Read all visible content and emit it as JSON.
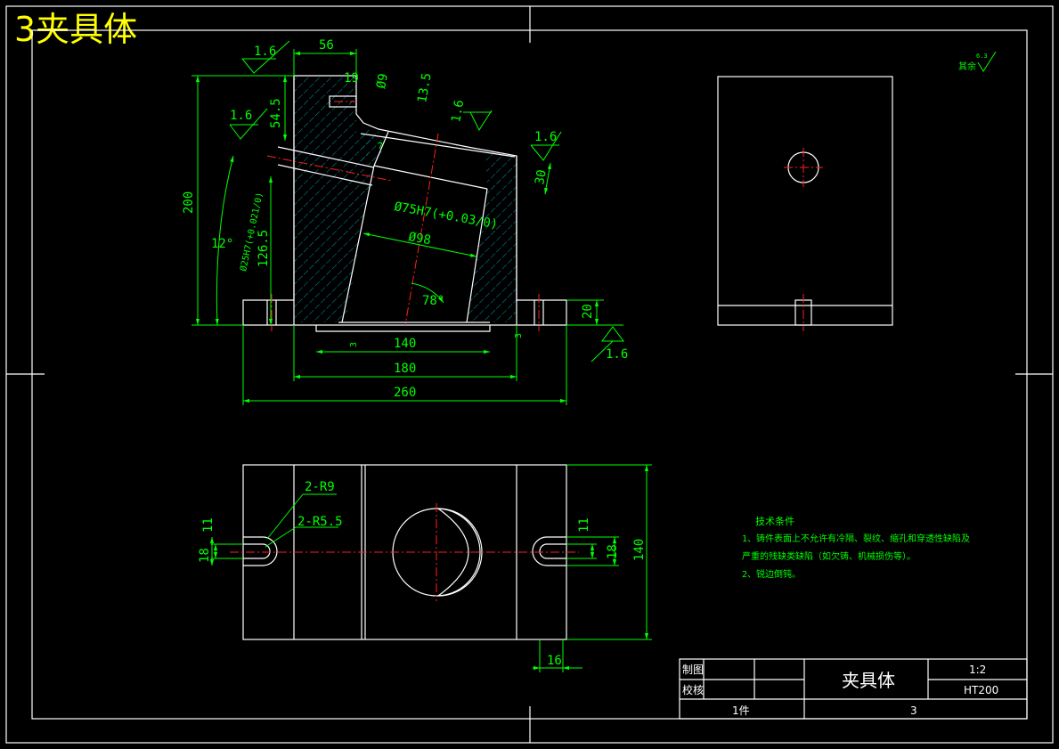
{
  "sheet_title": "3夹具体",
  "colors": {
    "background": "#000000",
    "outline": "#ffffff",
    "dimension": "#00ff00",
    "centerline": "#ff2020",
    "title": "#ffff00",
    "hatch": "#00bcd4"
  },
  "front_view": {
    "dims": {
      "d56": "56",
      "d19": "19",
      "d9": "Ø9",
      "d13_5": "13.5",
      "d54_5": "54.5",
      "d200": "200",
      "d126_5": "126.5",
      "d25": "Ø25H7(+0.021/0)",
      "angle12": "12°",
      "d75": "Ø75H7(+0.03/0)",
      "d98": "Ø98",
      "angle78": "78°",
      "d30": "30",
      "d20": "20",
      "d3a": "3",
      "d3b": "3",
      "d140": "140",
      "d180": "180",
      "d260": "260",
      "d7": "7"
    },
    "roughness": [
      "1.6",
      "1.6",
      "1.6",
      "1.6",
      "1.6"
    ]
  },
  "top_view": {
    "dims": {
      "r9": "2-R9",
      "r5_5": "2-R5.5",
      "d11a": "11",
      "d18a": "18",
      "d11b": "11",
      "d18b": "18",
      "d140": "140",
      "d16": "16"
    }
  },
  "side_view": {
    "note": "其余",
    "roughness": "6.3"
  },
  "tech_requirements": {
    "title": "技术条件",
    "lines": [
      "1、铸件表面上不允许有冷隔、裂纹、缩孔和穿透性缺陷及",
      "严重的残缺类缺陷（如欠铸、机械损伤等）。",
      "2、锐边倒钝。"
    ]
  },
  "title_block": {
    "drawn_label": "制图",
    "checked_label": "校核",
    "part_name": "夹具体",
    "scale": "1:2",
    "material": "HT200",
    "quantity": "1件",
    "drawing_no": "3"
  }
}
